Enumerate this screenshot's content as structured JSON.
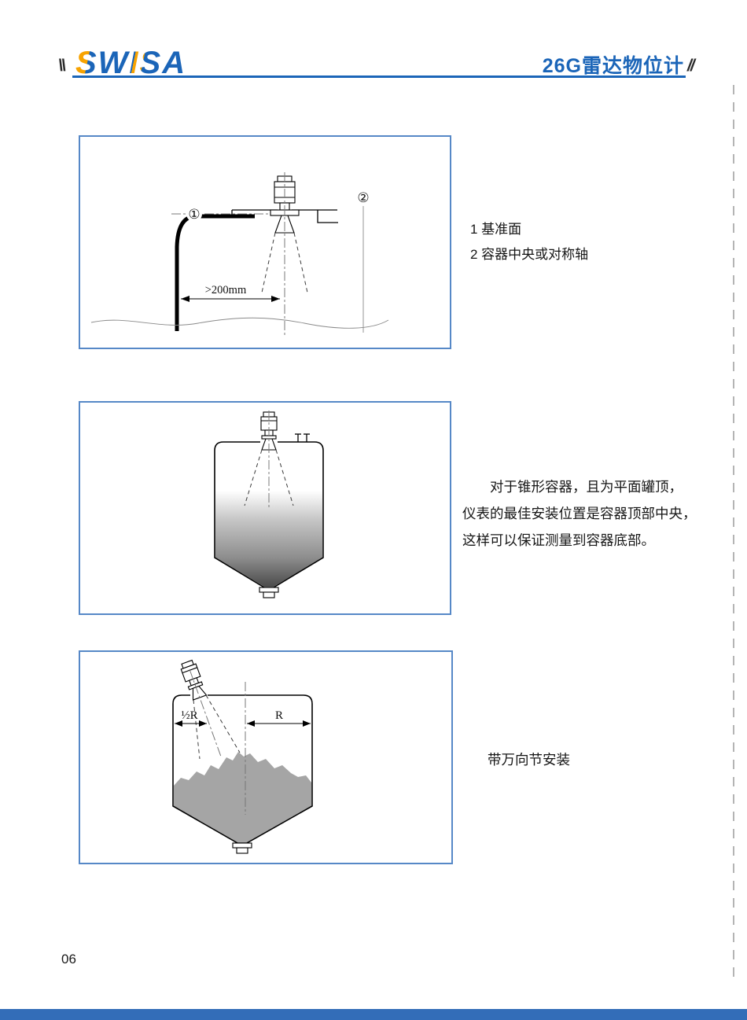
{
  "header": {
    "logo_text": "SWISA",
    "title": "26G雷达物位计",
    "left_marks": "\\\\",
    "right_marks": "//"
  },
  "figure1": {
    "callout_1": "①",
    "callout_2": "②",
    "dimension_label": ">200mm",
    "legend": [
      "1 基准面",
      "2 容器中央或对称轴"
    ]
  },
  "figure2": {
    "caption_lines": [
      "对于锥形容器，且为平面罐顶，",
      "仪表的最佳安装位置是容器顶部中央，",
      "这样可以保证测量到容器底部。"
    ]
  },
  "figure3": {
    "dim_half_r": "½R",
    "dim_r": "R",
    "caption": "带万向节安装"
  },
  "footer": {
    "page_number": "06"
  },
  "colors": {
    "accent_blue": "#1b65b8",
    "logo_orange": "#f7a300",
    "box_border": "#5688c7",
    "bottom_bar": "#336db8"
  }
}
